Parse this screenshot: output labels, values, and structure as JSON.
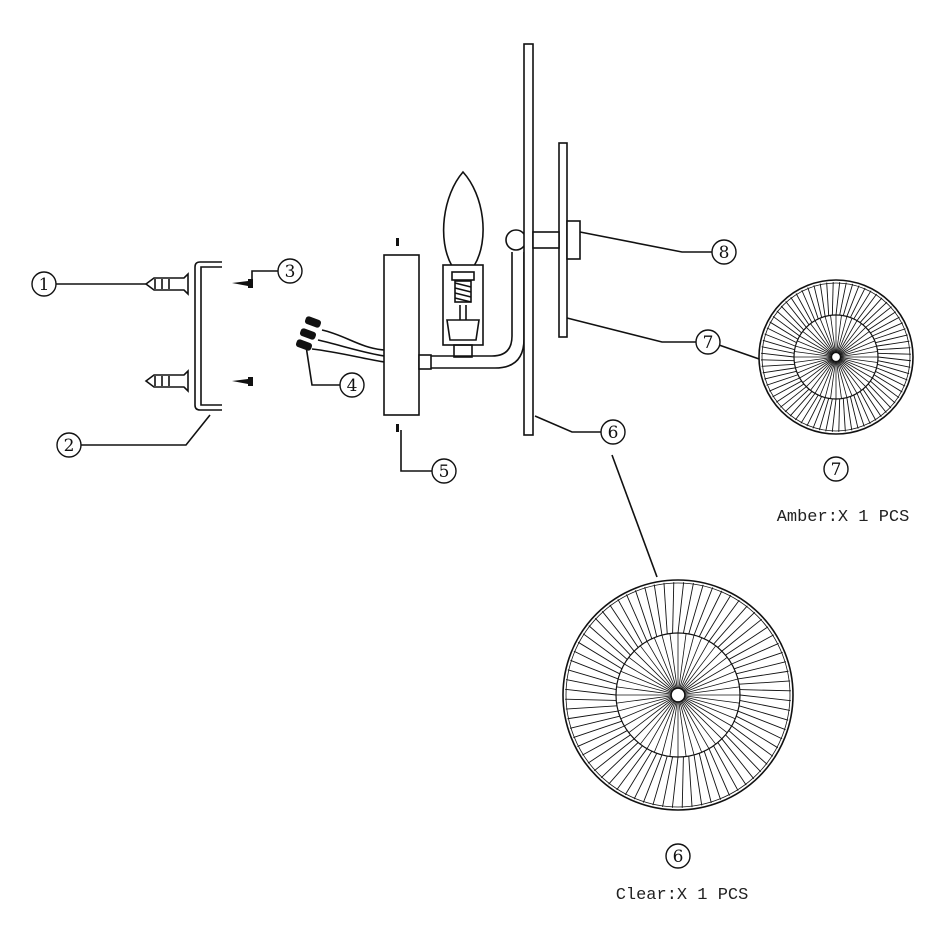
{
  "callouts": {
    "c1": "1",
    "c2": "2",
    "c3": "3",
    "c4": "4",
    "c5": "5",
    "c6": "6",
    "c7": "7",
    "c8": "8",
    "c7b": "7",
    "c6b": "6"
  },
  "captions": {
    "amber": "Amber:X 1 PCS",
    "clear": "Clear:X 1 PCS"
  }
}
